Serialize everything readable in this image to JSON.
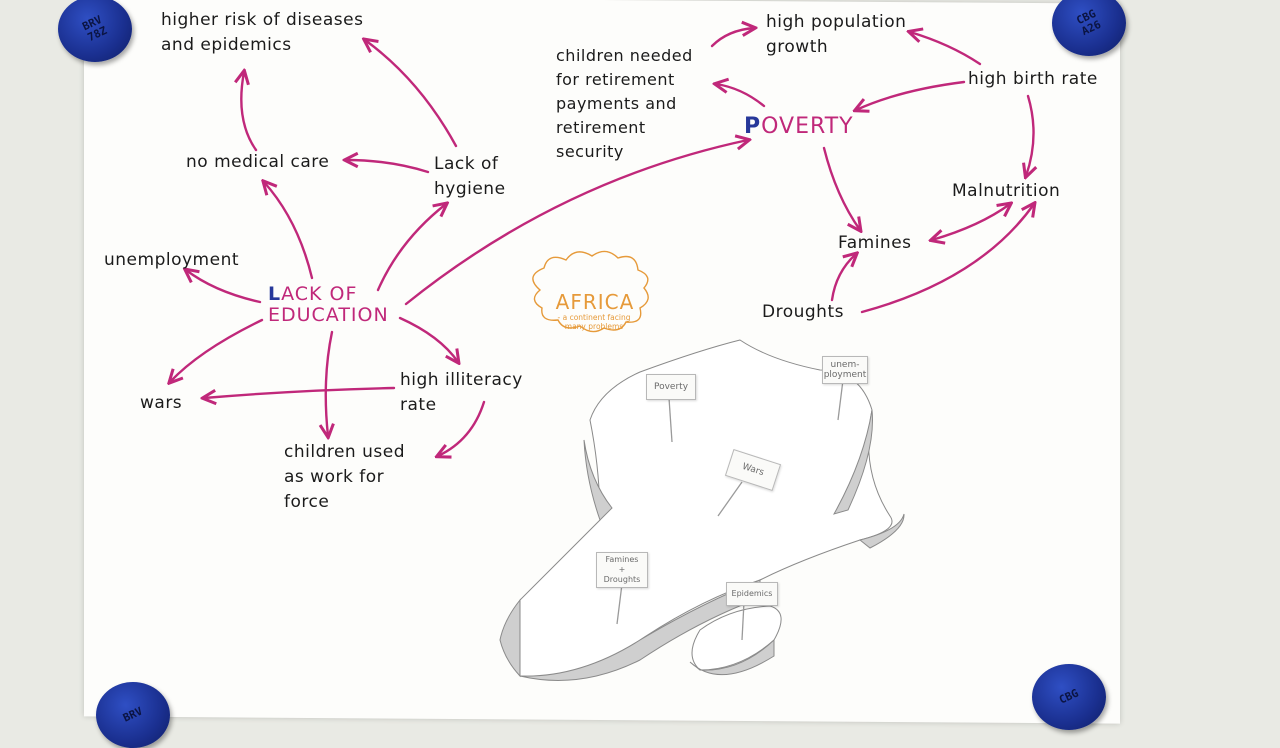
{
  "magnets": [
    {
      "id": "magnet-top-left",
      "text": "BRV\n78Z"
    },
    {
      "id": "magnet-top-right",
      "text": "CBG\nA26"
    },
    {
      "id": "magnet-bottom-left",
      "text": "BRV"
    },
    {
      "id": "magnet-bottom-right",
      "text": "CBG"
    }
  ],
  "nodes": {
    "higher_risk": "higher risk of diseases\nand epidemics",
    "no_medical_care": "no medical care",
    "lack_of_hygiene": "Lack of\nhygiene",
    "unemployment": "unemployment",
    "wars": "wars",
    "high_illiteracy": "high illiteracy\nrate",
    "children_work": "children used\nas work for\nforce",
    "children_needed": "children needed\nfor retirement\npayments and\nretirement\nsecurity",
    "high_population_growth": "high population\ngrowth",
    "high_birth_rate": "high birth rate",
    "malnutrition": "Malnutrition",
    "famines": "Famines",
    "droughts": "Droughts"
  },
  "main_nodes": {
    "lack_of_education": {
      "initial": "L",
      "rest_line1": "ACK OF",
      "line2": "EDUCATION"
    },
    "poverty": {
      "initial": "P",
      "rest": "OVERTY"
    }
  },
  "cloud": {
    "title": "AFRICA",
    "subtitle": "- a continent facing\nmany problems"
  },
  "map_signs": {
    "poverty": "Poverty",
    "unemployment": "unem-\nployment",
    "wars": "Wars",
    "famines_droughts": "Famines\n+\nDroughts",
    "epidemics": "Epidemics"
  },
  "colors": {
    "arrow": "#c0287a",
    "initial": "#27389a",
    "cloud": "#e69a3a",
    "magnet": "#1a2f8f"
  }
}
